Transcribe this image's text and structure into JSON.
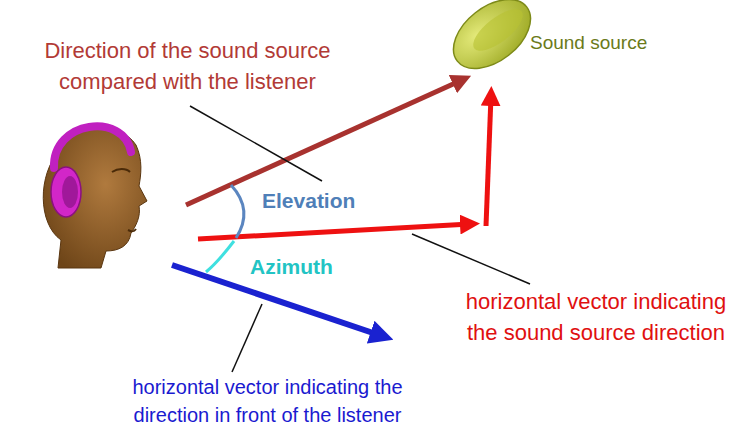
{
  "diagram": {
    "labels": [
      "Direction of the sound source compared with the listener",
      "Sound source",
      "Elevation",
      "Azimuth",
      "horizontal vector indicating the sound source direction",
      "horizontal vector indicating the direction in front of the listener"
    ]
  }
}
